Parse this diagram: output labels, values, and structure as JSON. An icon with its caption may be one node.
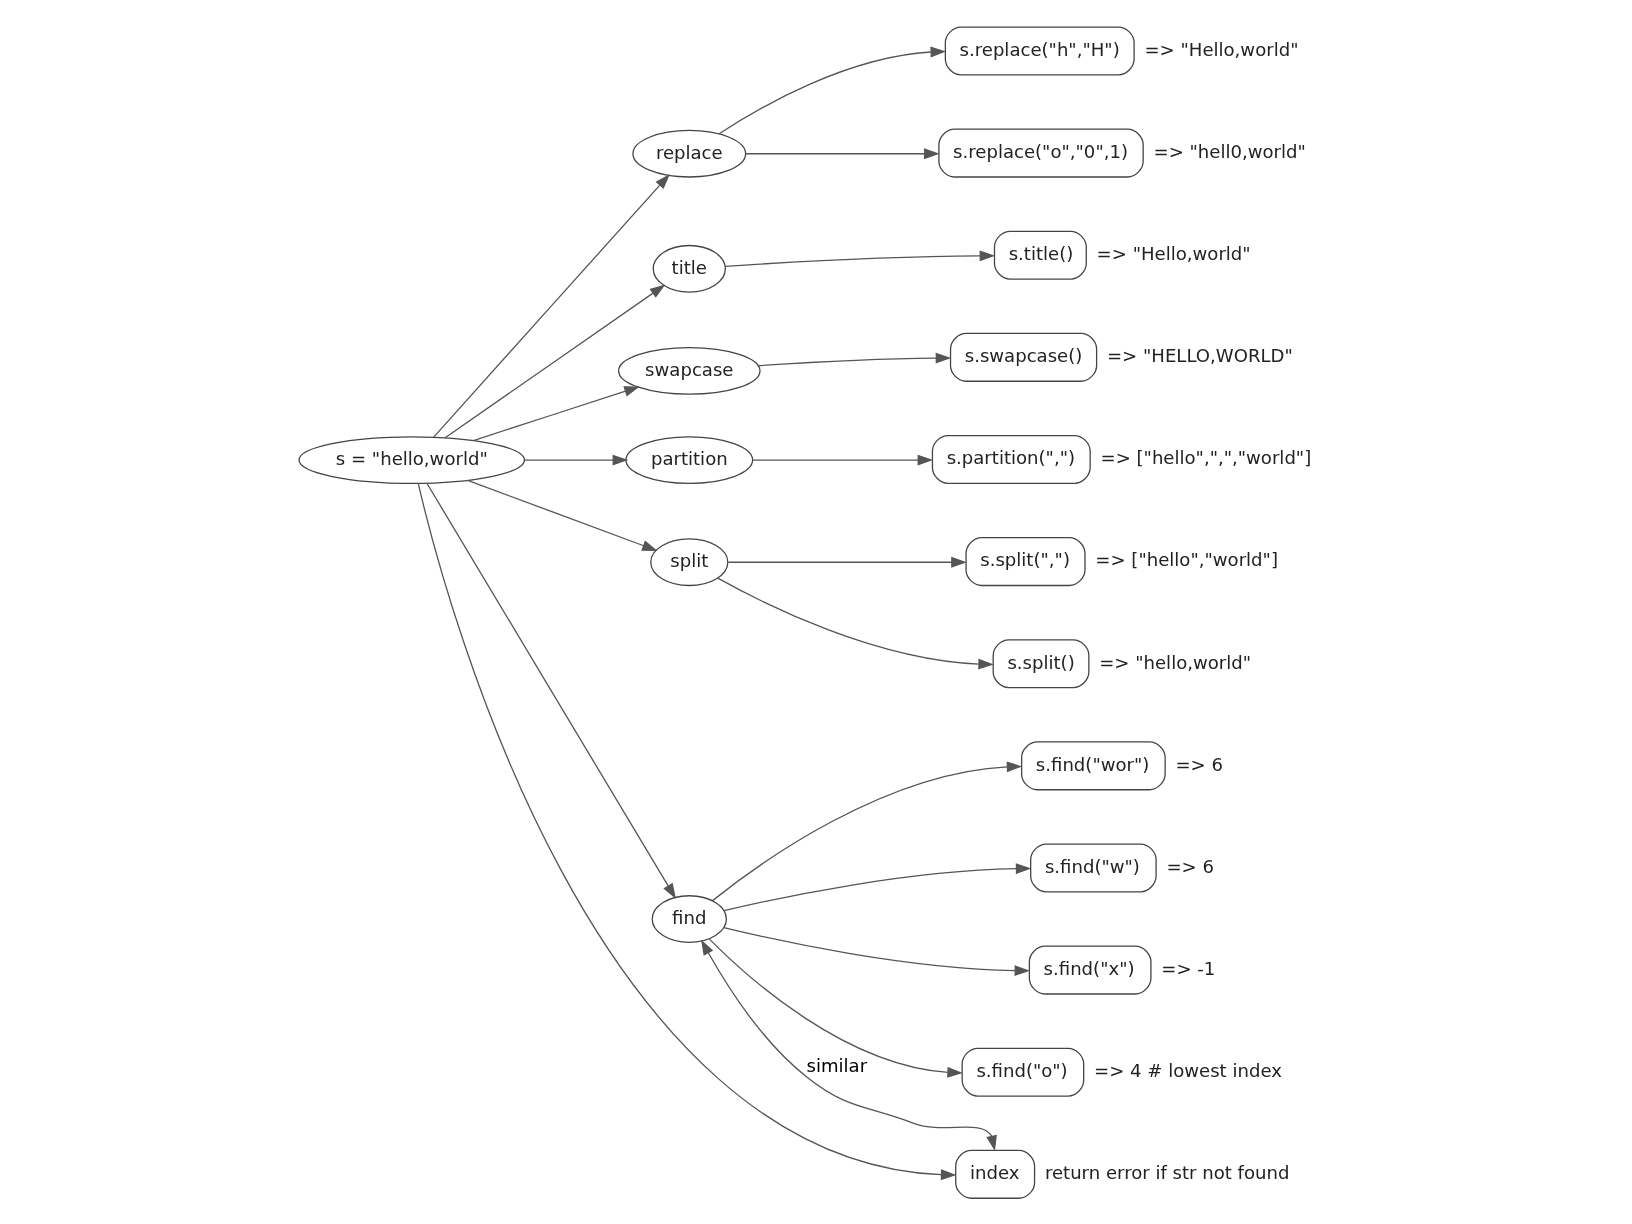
{
  "diagram": {
    "nodes": [
      {
        "text": [
          "s = \"hello,world\""
        ]
      },
      {
        "text": [
          "replace"
        ]
      },
      {
        "text": [
          "title"
        ]
      },
      {
        "text": [
          "swapcase"
        ]
      },
      {
        "text": [
          "partition"
        ]
      },
      {
        "text": [
          "split"
        ]
      },
      {
        "text": [
          "find"
        ]
      },
      {
        "text": [
          "index"
        ],
        "beside": [
          "return error if str not found"
        ]
      },
      {
        "text": [
          "s.replace(\"o\",\"0\",1)"
        ],
        "beside": [
          "=> \"hell0,world\""
        ]
      },
      {
        "text": [
          "s.replace(\"h\",\"H\")"
        ],
        "beside": [
          "=> \"Hello,world\""
        ]
      },
      {
        "text": [
          "s.title()"
        ],
        "beside": [
          "=> \"Hello,world\""
        ]
      },
      {
        "text": [
          "s.swapcase()"
        ],
        "beside": [
          "=> \"HELLO,WORLD\""
        ]
      },
      {
        "text": [
          "s.partition(\",\")"
        ],
        "beside": [
          "=> [\"hello\",\",\",\"world\"]"
        ]
      },
      {
        "text": [
          "s.split()"
        ],
        "beside": [
          "=> \"hello,world\""
        ]
      },
      {
        "text": [
          "s.split(\",\")"
        ],
        "beside": [
          "=> [\"hello\",\"world\"]"
        ]
      },
      {
        "text": [
          "s.find(\"o\")"
        ],
        "beside": [
          "=> 4 # lowest index"
        ]
      },
      {
        "text": [
          "s.find(\"wor\")"
        ],
        "beside": [
          "=> 6"
        ]
      },
      {
        "text": [
          "s.find(\"w\")"
        ],
        "beside": [
          "=> 6"
        ]
      },
      {
        "text": [
          "s.find(\"x\")"
        ],
        "beside": [
          "=> -1"
        ]
      }
    ],
    "edges": [
      {
        "from": 0,
        "to": 1,
        "arrow": "to"
      },
      {
        "from": 0,
        "to": 2,
        "arrow": "to"
      },
      {
        "from": 0,
        "to": 3,
        "arrow": "to"
      },
      {
        "from": 0,
        "to": 4,
        "arrow": "to"
      },
      {
        "from": 0,
        "to": 5,
        "arrow": "to"
      },
      {
        "from": 0,
        "to": 6,
        "arrow": "to"
      },
      {
        "from": 0,
        "to": 7,
        "arrow": "to"
      },
      {
        "from": 1,
        "to": 8,
        "arrow": "to"
      },
      {
        "from": 1,
        "to": 9,
        "arrow": "to"
      },
      {
        "from": 2,
        "to": 10,
        "arrow": "to"
      },
      {
        "from": 3,
        "to": 11,
        "arrow": "to"
      },
      {
        "from": 4,
        "to": 12,
        "arrow": "to"
      },
      {
        "from": 5,
        "to": 13,
        "arrow": "to"
      },
      {
        "from": 5,
        "to": 14,
        "arrow": "to"
      },
      {
        "from": 6,
        "to": 15,
        "arrow": "to"
      },
      {
        "from": 6,
        "to": 16,
        "arrow": "to"
      },
      {
        "from": 6,
        "to": 17,
        "arrow": "to"
      },
      {
        "from": 6,
        "to": 18,
        "arrow": "to"
      },
      {
        "from": 6,
        "to": 7,
        "arrow": "both",
        "label": "similar"
      }
    ]
  }
}
